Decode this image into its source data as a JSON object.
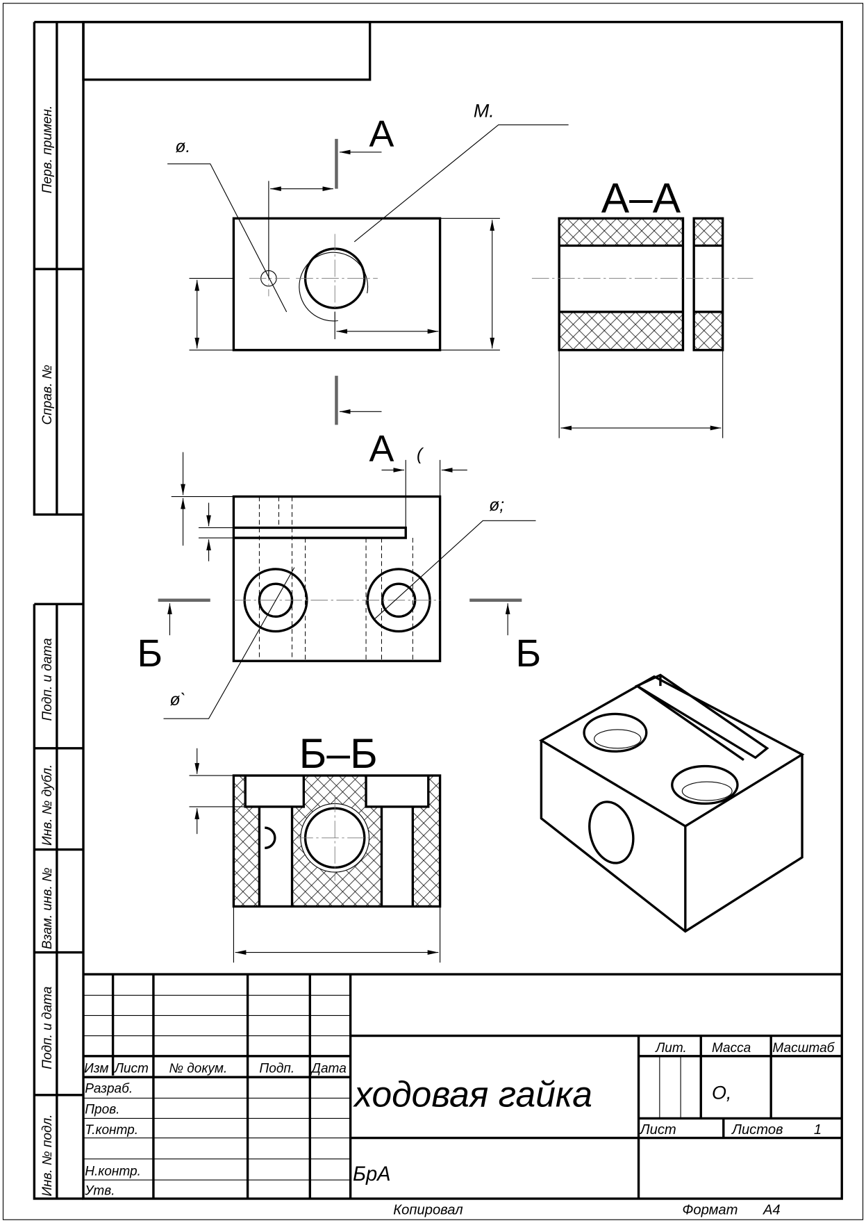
{
  "side_strip": {
    "perv_primen": "Перв. примен.",
    "sprav_no": "Справ. №",
    "podp_data_1": "Подп. и дата",
    "inv_dubl": "Инв. № дубл.",
    "vzam_inv": "Взам. инв. №",
    "podp_data_2": "Подп. и дата",
    "inv_podl": "Инв. № подл."
  },
  "views": {
    "section_a_label": "A",
    "section_aa_title": "A–A",
    "section_b_label": "Б",
    "section_bb_title": "Б–Б",
    "thread_callout": "M.",
    "dia_callout_top": "ø.",
    "dia_callout_front_right": "ø;",
    "dia_callout_front_left": "ø`",
    "dim_partial": "("
  },
  "title_block": {
    "headers": {
      "izm": "Изм",
      "list": "Лист",
      "doc_no": "№ докум.",
      "podp": "Подп.",
      "data": "Дата"
    },
    "roles": {
      "razrab": "Разраб.",
      "prov": "Пров.",
      "tkontr": "Т.контр.",
      "nkontr": "Н.контр.",
      "utv": "Утв."
    },
    "name": "ходовая гайка",
    "material": "БрА",
    "lit_label": "Лит.",
    "massa_label": "Масса",
    "masshtab_label": "Масштаб",
    "massa_value": "О,",
    "sheet_label": "Лист",
    "sheets_label": "Листов",
    "sheets_value": "1"
  },
  "footer": {
    "copied": "Копировал",
    "format_label": "Формат",
    "format_value": "A4"
  }
}
